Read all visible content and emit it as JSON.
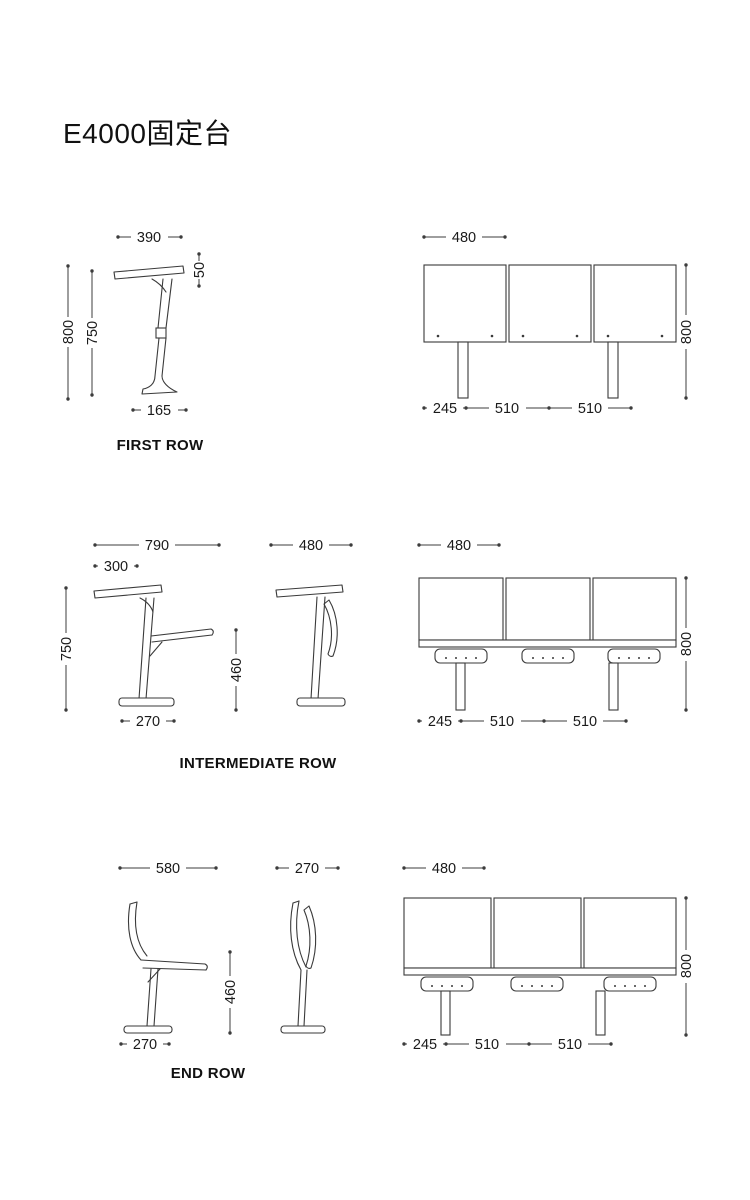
{
  "title": "E4000固定台",
  "sections": {
    "first": {
      "label": "FIRST ROW",
      "side": {
        "desk_width": "390",
        "desk_edge": "50",
        "total_height": "800",
        "desk_height": "750",
        "foot_depth": "165"
      },
      "front": {
        "unit_width": "480",
        "total_height": "800",
        "spacing": [
          "245",
          "510",
          "510"
        ]
      }
    },
    "intermediate": {
      "label": "INTERMEDIATE ROW",
      "side": {
        "total_depth": "790",
        "desk_depth": "300",
        "desk_height": "750",
        "seat_height": "460",
        "foot_depth": "270"
      },
      "side_folded": {
        "folded_depth": "480"
      },
      "front": {
        "unit_width": "480",
        "total_height": "800",
        "spacing": [
          "245",
          "510",
          "510"
        ]
      }
    },
    "end": {
      "label": "END ROW",
      "side": {
        "total_depth": "580",
        "seat_height": "460",
        "foot_depth": "270"
      },
      "side_folded": {
        "folded_depth": "270"
      },
      "front": {
        "unit_width": "480",
        "total_height": "800",
        "spacing": [
          "245",
          "510",
          "510"
        ]
      }
    }
  }
}
